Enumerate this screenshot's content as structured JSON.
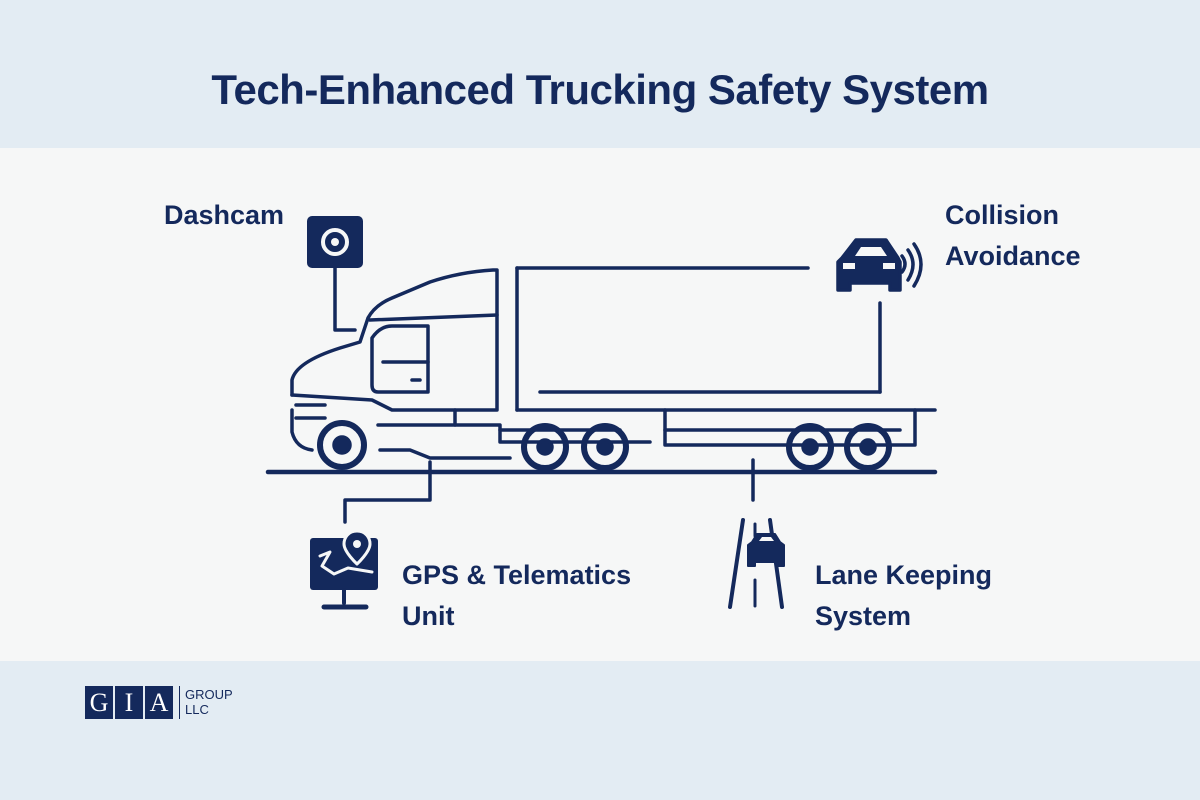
{
  "title": "Tech-Enhanced Trucking Safety System",
  "labels": {
    "dashcam": "Dashcam",
    "collision_line1": "Collision",
    "collision_line2": "Avoidance",
    "gps_line1": "GPS & Telematics",
    "gps_line2": "Unit",
    "lane_line1": "Lane Keeping",
    "lane_line2": "System"
  },
  "icons": [
    "camera-icon",
    "car-radar-icon",
    "gps-monitor-icon",
    "lane-road-icon",
    "semi-truck-icon"
  ],
  "logo": {
    "letters": [
      "G",
      "I",
      "A"
    ],
    "line1": "GROUP",
    "line2": "LLC"
  },
  "colors": {
    "primary": "#14295c",
    "header_bg": "#e3ecf3",
    "panel_bg": "#f6f7f7"
  }
}
